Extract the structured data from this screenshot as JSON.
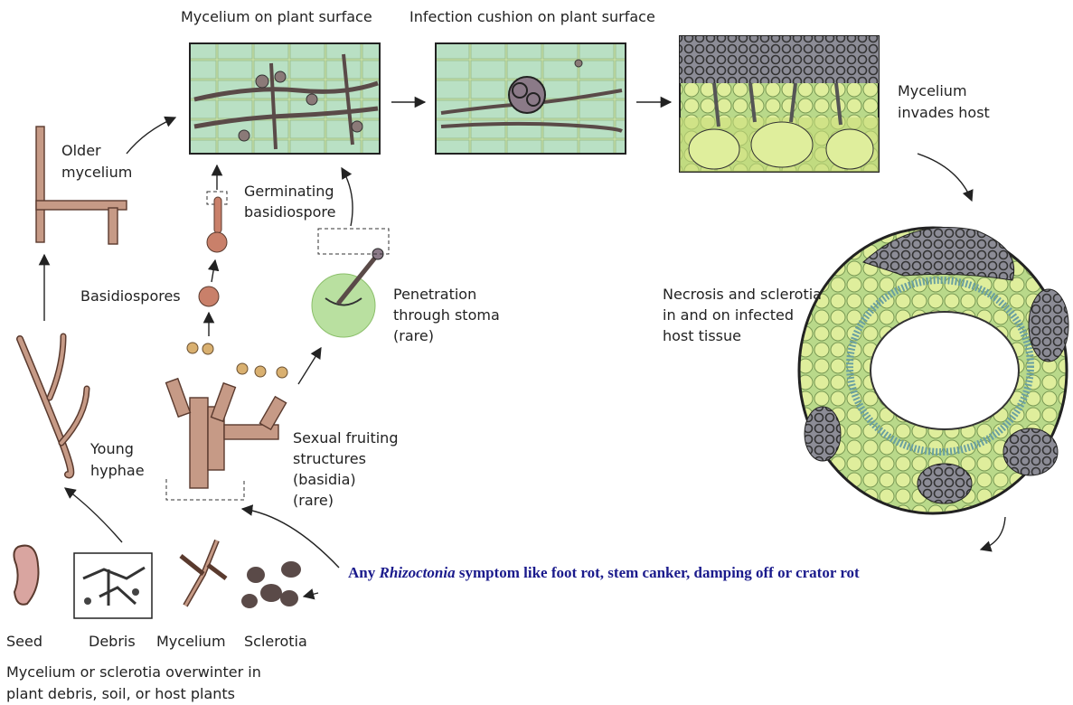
{
  "labels": {
    "mycelium_on_surface": "Mycelium on plant surface",
    "infection_cushion": "Infection cushion on plant surface",
    "mycelium_invades_1": "Mycelium",
    "mycelium_invades_2": "invades host",
    "older_mycelium_1": "Older",
    "older_mycelium_2": "mycelium",
    "germinating_1": "Germinating",
    "germinating_2": "basidiospore",
    "basidiospores": "Basidiospores",
    "penetration_1": "Penetration",
    "penetration_2": "through stoma",
    "penetration_3": "(rare)",
    "necrosis_1": "Necrosis and sclerotia",
    "necrosis_2": "in and on infected",
    "necrosis_3": "host tissue",
    "young_hyphae_1": "Young",
    "young_hyphae_2": "hyphae",
    "sexual_1": "Sexual fruiting",
    "sexual_2": "structures",
    "sexual_3": "(basidia)",
    "sexual_4": "(rare)",
    "symptom_pre": "Any ",
    "symptom_italic": "Rhizoctonia",
    "symptom_post": " symptom like foot rot, stem canker, damping off or crator rot",
    "seed": "Seed",
    "debris": "Debris",
    "mycelium": "Mycelium",
    "sclerotia": "Sclerotia",
    "overwinter_1": "Mycelium or sclerotia overwinter in",
    "overwinter_2": "plant debris, soil, or host plants"
  },
  "colors": {
    "tissue_green": "#cfe6a8",
    "cell_green": "#dfee9c",
    "hypha_brown": "#c69a86",
    "symptom_blue": "#1a1a8c",
    "dark_fungus": "#555566"
  }
}
